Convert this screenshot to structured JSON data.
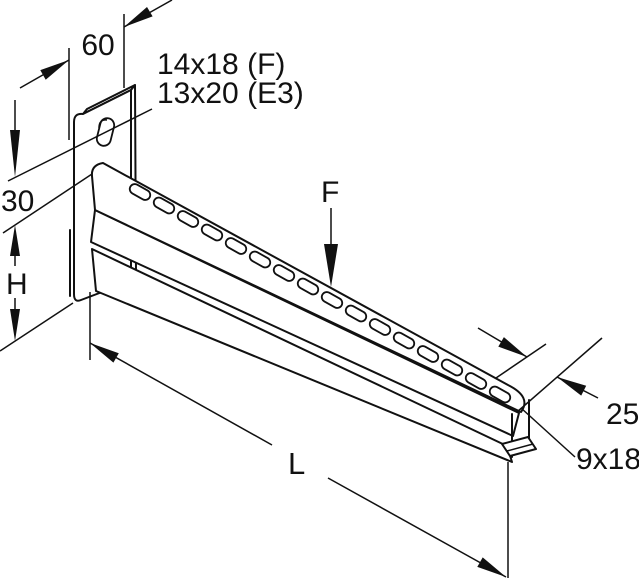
{
  "drawing": {
    "type": "technical-dimension-drawing",
    "subject": "wall-bracket-cantilever-arm-isometric",
    "labels": {
      "plate_width": "60",
      "hole_spec_line1": "14x18 (F)",
      "hole_spec_line2": "13x20 (E3)",
      "hole_offset": "30",
      "bracket_height": "H",
      "force": "F",
      "arm_length": "L",
      "profile_width": "25",
      "arm_slot_spec": "9x18"
    },
    "colors": {
      "line": "#111111",
      "background": "#ffffff"
    }
  }
}
